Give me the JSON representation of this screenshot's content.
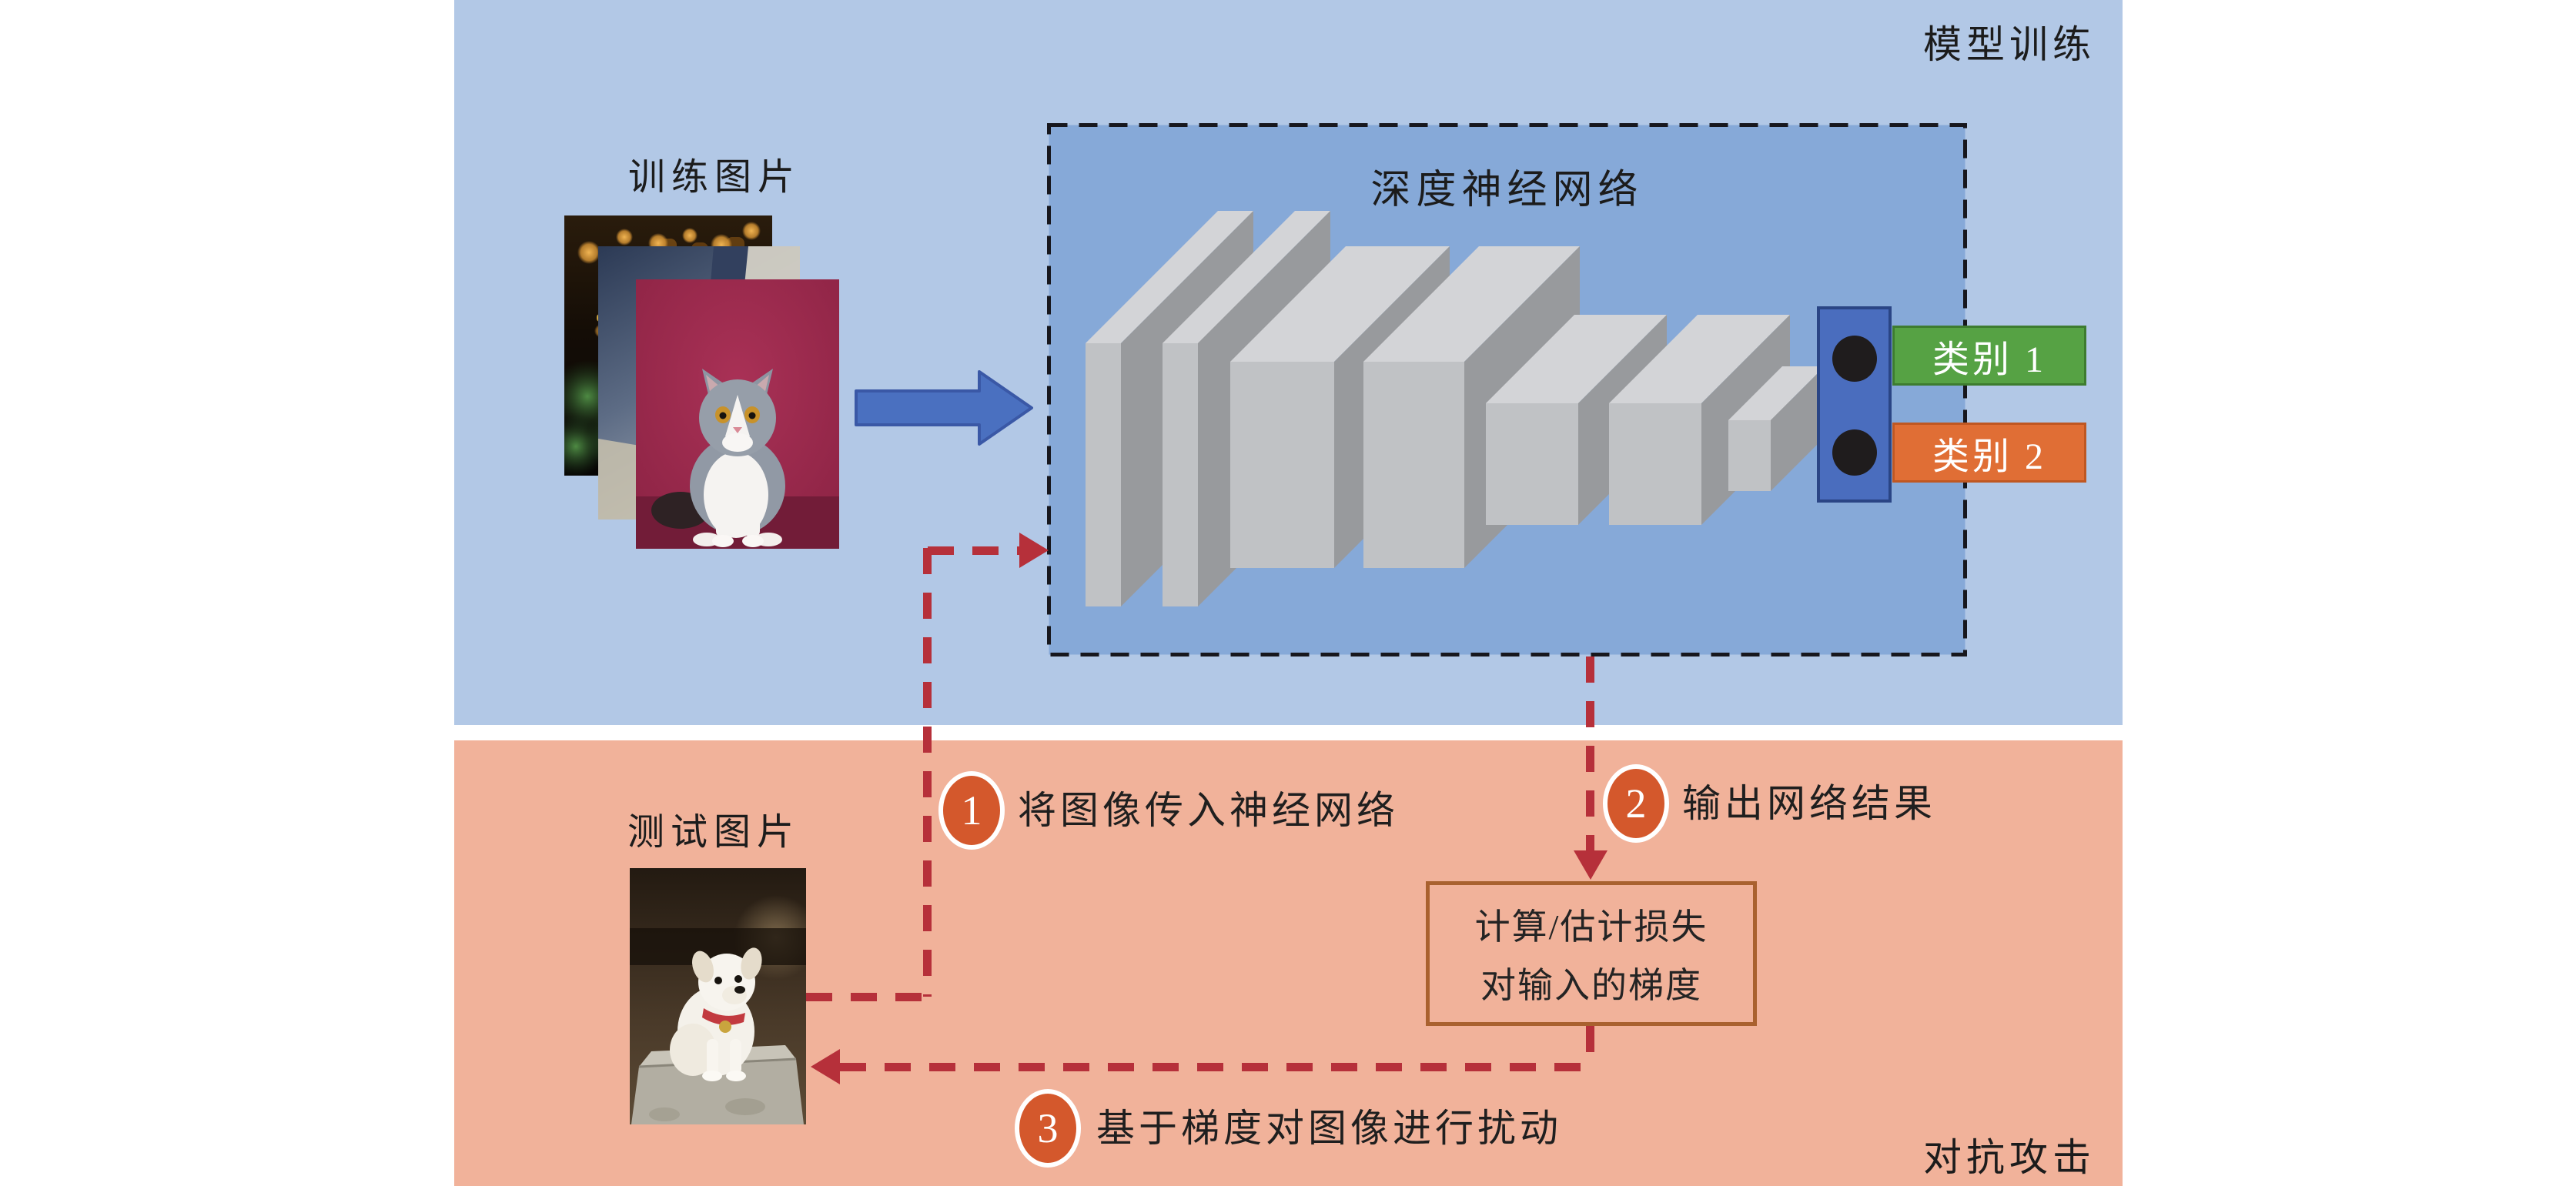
{
  "panels": {
    "training": {
      "title": "模型训练",
      "bg": "#b2c8e6"
    },
    "attack": {
      "title": "对抗攻击",
      "bg": "#f1b29a"
    }
  },
  "training": {
    "images_caption": "训练图片",
    "network_label": "深度神经网络",
    "outputs": [
      {
        "label": "类别 1",
        "color": "#56a244"
      },
      {
        "label": "类别 2",
        "color": "#e06e35"
      }
    ]
  },
  "attack": {
    "test_caption": "测试图片",
    "steps": [
      {
        "num": "1",
        "label": "将图像传入神经网络"
      },
      {
        "num": "2",
        "label": "输出网络结果"
      },
      {
        "num": "3",
        "label": "基于梯度对图像进行扰动"
      }
    ],
    "loss_box": {
      "line1": "计算/估计损失",
      "line2": "对输入的梯度"
    }
  },
  "colors": {
    "flow_arrow_red": "#b6303a",
    "input_arrow_blue": "#4a70c0",
    "network_fill": "#86a9d8",
    "badge_orange": "#d4582c",
    "loss_border": "#a9612f"
  }
}
